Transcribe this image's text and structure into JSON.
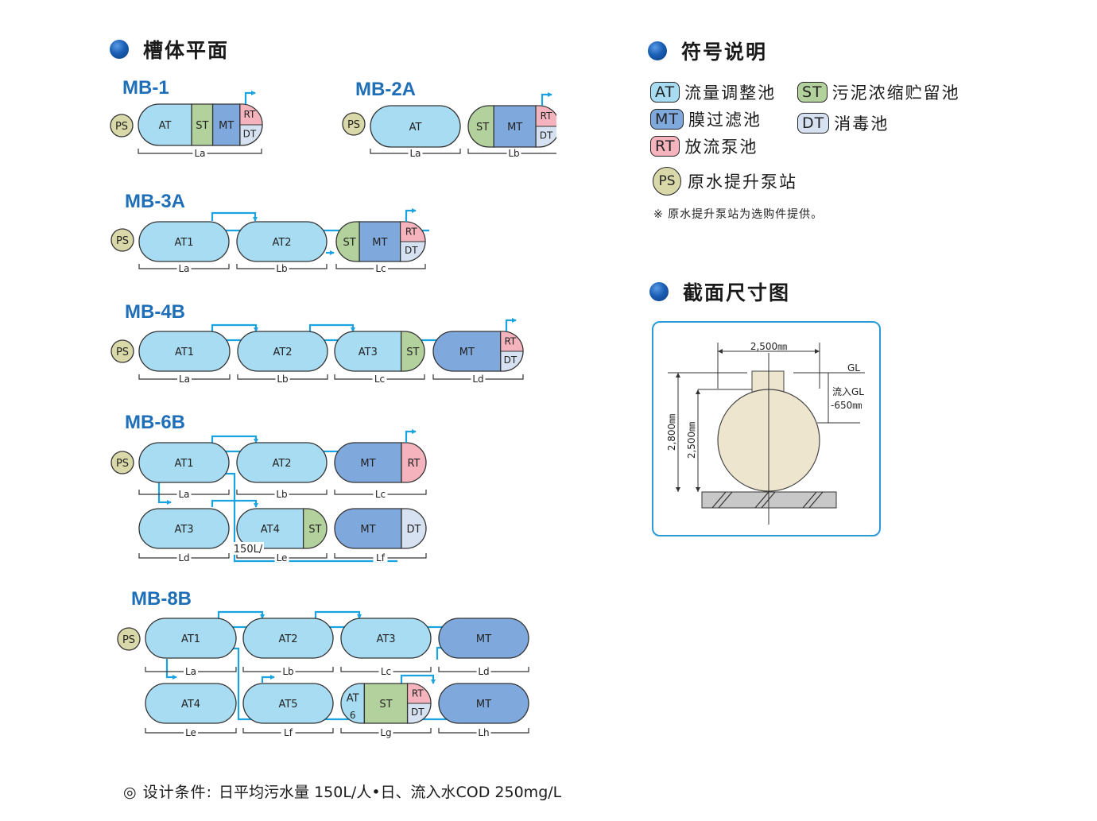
{
  "headings": {
    "plan": "槽体平面",
    "symbols": "符号说明",
    "section": "截面尺寸图"
  },
  "plans": {
    "mb1": "MB-1",
    "mb2a": "MB-2A",
    "mb3a": "MB-3A",
    "mb4b": "MB-4B",
    "mb6b": "MB-6B",
    "mb8b": "MB-8B"
  },
  "legend": {
    "at": {
      "code": "AT",
      "text": "流量调整池"
    },
    "st": {
      "code": "ST",
      "text": "污泥浓缩贮留池"
    },
    "mt": {
      "code": "MT",
      "text": "膜过滤池"
    },
    "dt": {
      "code": "DT",
      "text": "消毒池"
    },
    "rt": {
      "code": "RT",
      "text": "放流泵池"
    },
    "ps": {
      "code": "PS",
      "text": "原水提升泵站"
    },
    "note": "※ 原水提升泵站为选购件提供。"
  },
  "section": {
    "width_dim": "2,500㎜",
    "gl": "GL",
    "inflow_label": "流入GL",
    "inflow_depth": "-650㎜",
    "height_total": "2,800㎜",
    "height_tank": "2,500㎜"
  },
  "labels": {
    "PS": "PS",
    "AT": "AT",
    "ST": "ST",
    "MT": "MT",
    "RT": "RT",
    "DT": "DT",
    "AT1": "AT1",
    "AT2": "AT2",
    "AT3": "AT3",
    "AT4": "AT4",
    "AT5": "AT5",
    "AT6a": "AT",
    "AT6b": "6",
    "La": "La",
    "Lb": "Lb",
    "Lc": "Lc",
    "Ld": "Ld",
    "Le": "Le",
    "Lf": "Lf",
    "Lg": "Lg",
    "Lh": "Lh",
    "stray": "150L/"
  },
  "footer": {
    "label": "◎ 设计条件:",
    "text": "日平均污水量 150L/人•日、流入水COD 250mg/L"
  },
  "colors": {
    "at": "#a8dcf2",
    "mt": "#7fa8dc",
    "st": "#b3d19c",
    "rt": "#f4b3bd",
    "dt": "#d6e1f1",
    "ps": "#d9d8a8",
    "flow": "#1aa3e0",
    "title_blue": "#1e6fb8",
    "tank_beige": "#eee5cf"
  }
}
